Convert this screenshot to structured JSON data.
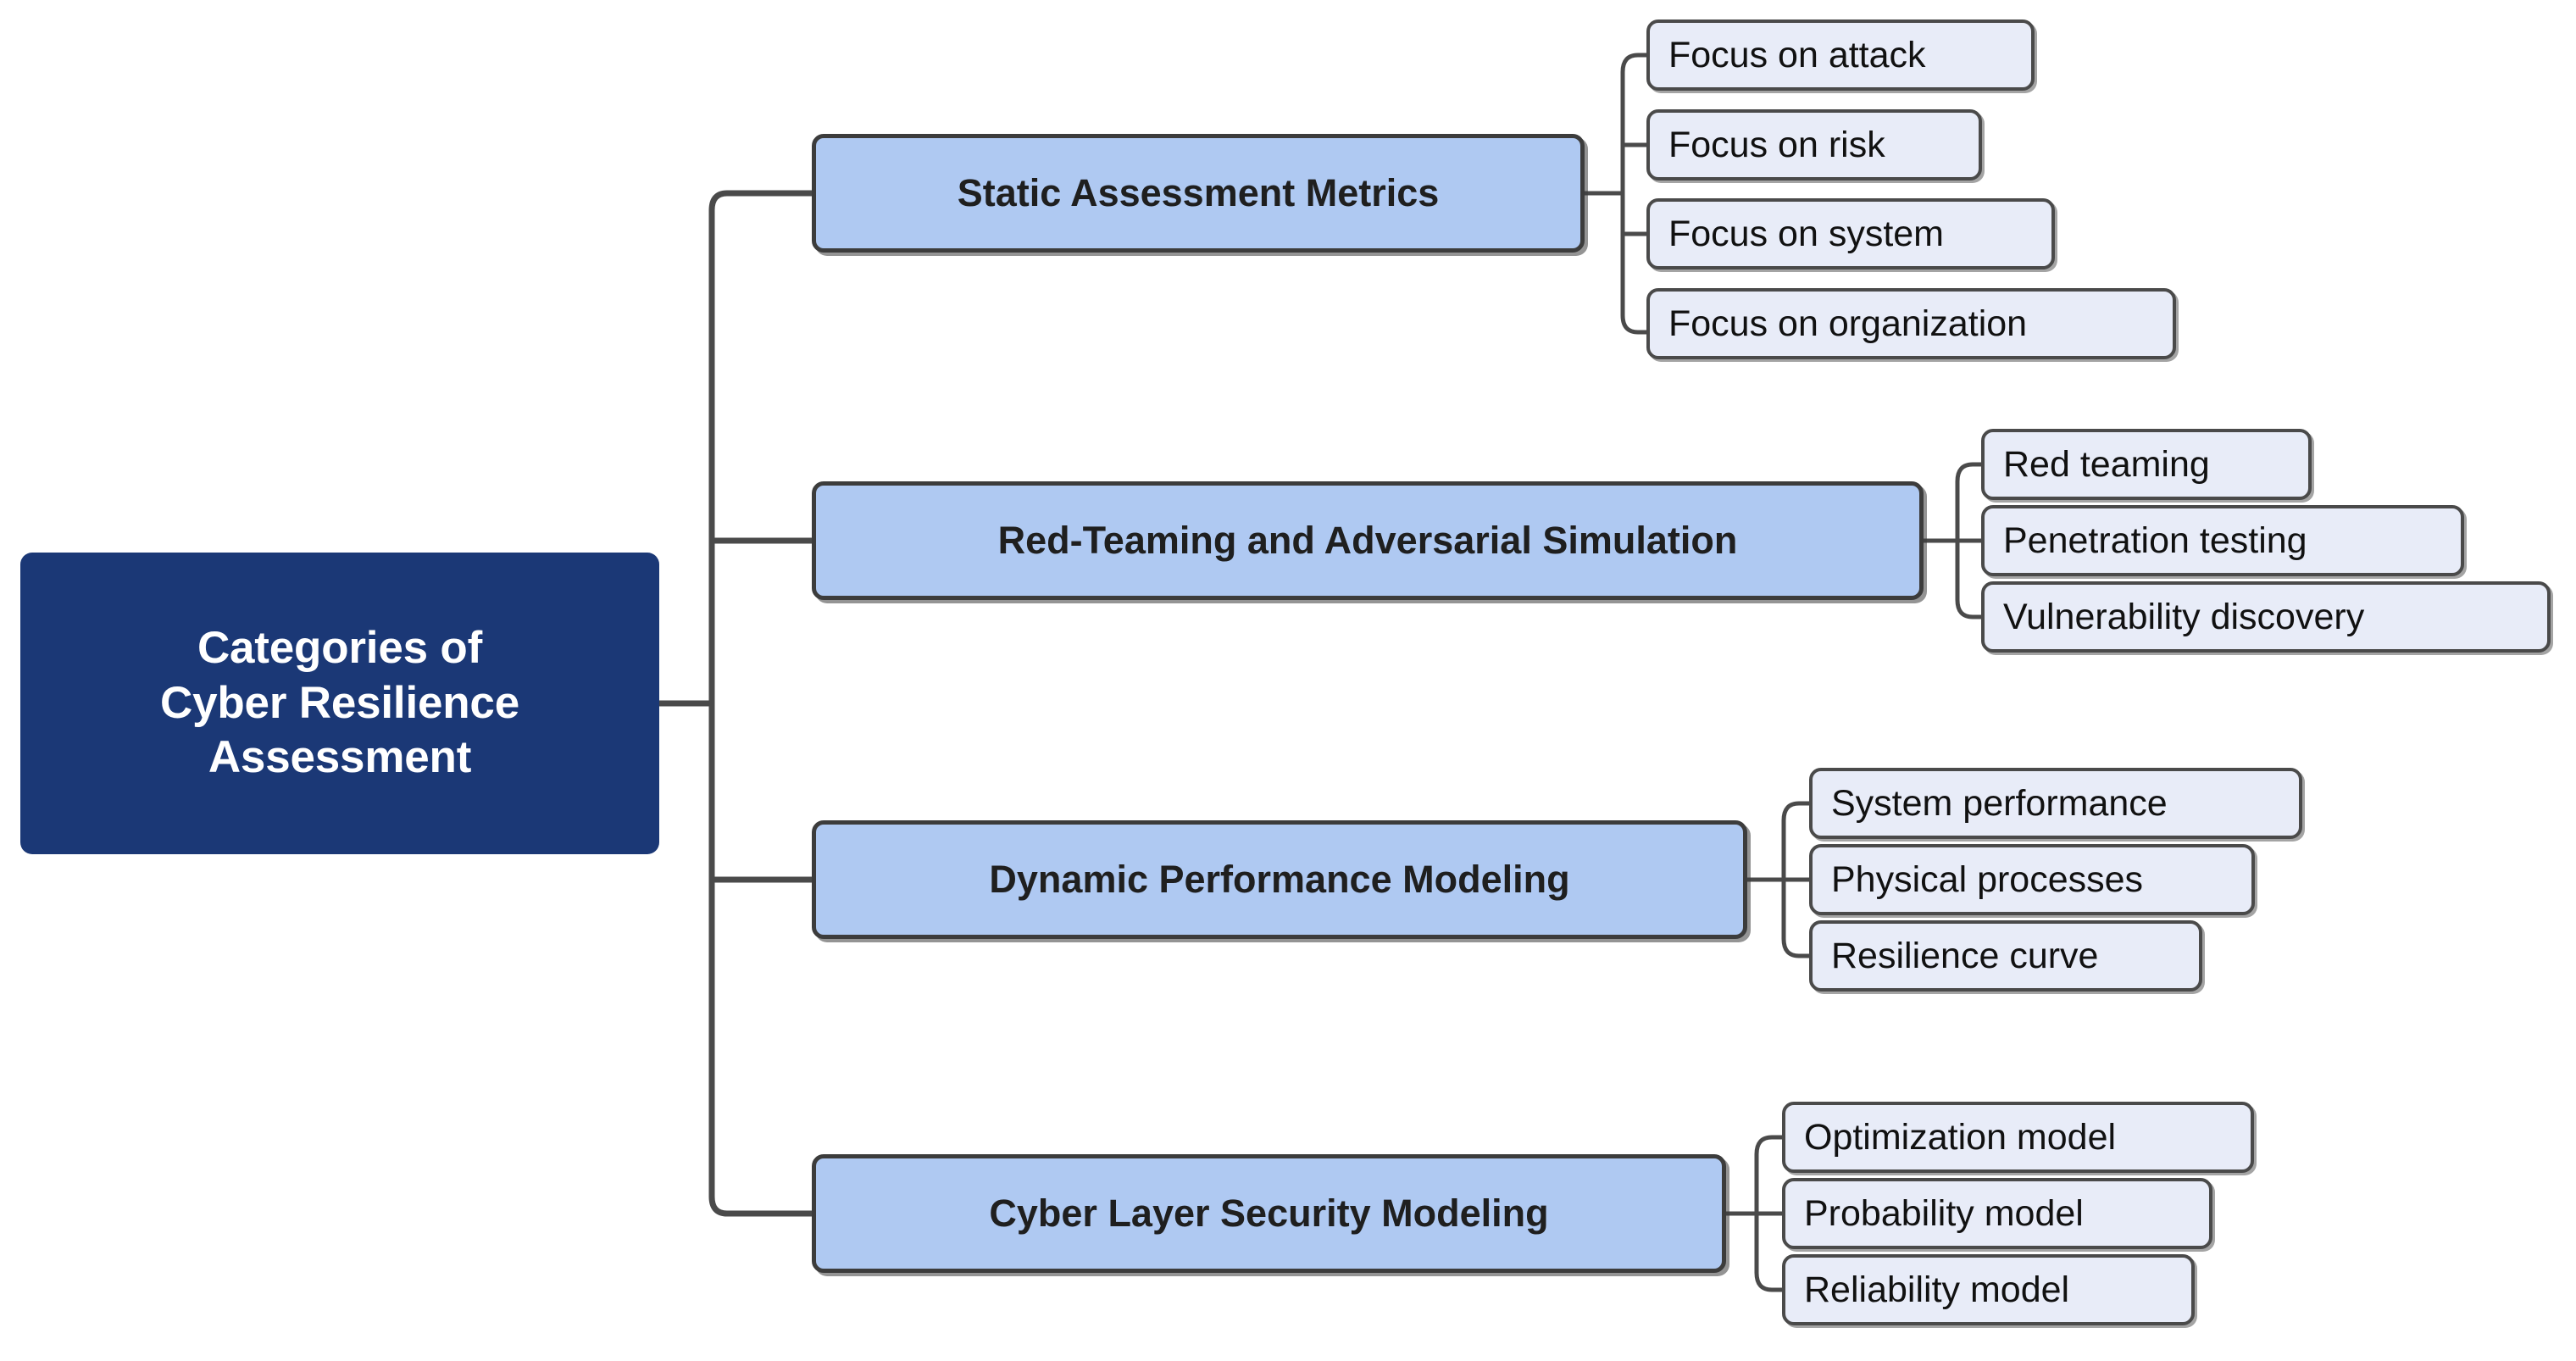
{
  "diagram": {
    "type": "mind-map",
    "title": "Categories of Cyber Resilience Assessment",
    "colors": {
      "root_fill": "#1B3876",
      "root_text": "#FFFFFF",
      "category_fill": "#AFC9F2",
      "category_border": "#3C3C3C",
      "category_text": "#1F1F1F",
      "leaf_fill": "#E8ECF8",
      "leaf_border": "#4A4A4A",
      "leaf_text": "#111111",
      "connector": "#4A4A4A",
      "background": "#FFFFFF"
    }
  },
  "root": {
    "line1": "Categories of",
    "line2": "Cyber Resilience",
    "line3": "Assessment",
    "text": "Categories of Cyber Resilience Assessment"
  },
  "branches": [
    {
      "label": "Static Assessment Metrics",
      "children": [
        {
          "label": "Focus on attack"
        },
        {
          "label": "Focus on risk"
        },
        {
          "label": "Focus on system"
        },
        {
          "label": "Focus on organization"
        }
      ]
    },
    {
      "label": "Red-Teaming and Adversarial Simulation",
      "children": [
        {
          "label": "Red teaming"
        },
        {
          "label": "Penetration testing"
        },
        {
          "label": "Vulnerability discovery"
        }
      ]
    },
    {
      "label": "Dynamic Performance Modeling",
      "children": [
        {
          "label": "System performance"
        },
        {
          "label": "Physical processes"
        },
        {
          "label": "Resilience curve"
        }
      ]
    },
    {
      "label": "Cyber Layer Security Modeling",
      "children": [
        {
          "label": "Optimization model"
        },
        {
          "label": "Probability model"
        },
        {
          "label": "Reliability model"
        }
      ]
    }
  ]
}
